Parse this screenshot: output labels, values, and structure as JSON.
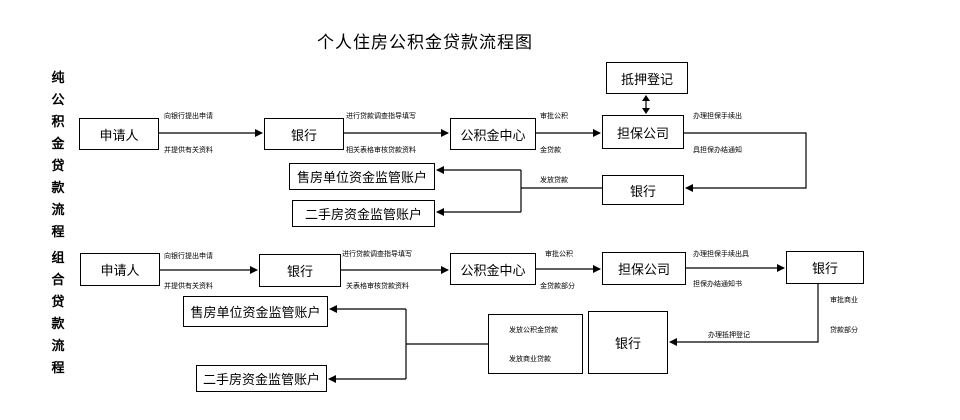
{
  "title": "个人住房公积金贷款流程图",
  "section1": {
    "label": "纯公积金贷款流程",
    "boxes": {
      "applicant": "申请人",
      "bank": "银行",
      "fund_center": "公积金中心",
      "guarantor": "担保公司",
      "mortgage": "抵押登记",
      "bank2": "银行",
      "seller_account": "售房单位资金监管账户",
      "second_hand_account": "二手房资金监管账户"
    },
    "edges": {
      "applicant_to_bank_top": "向银行提出申请",
      "applicant_to_bank_bottom": "并提供有关资料",
      "bank_to_center_top": "进行贷款调查指导填写",
      "bank_to_center_bottom": "相关表格审核贷款资料",
      "center_to_guarantor_top": "审批公积",
      "center_to_guarantor_bottom": "金贷款",
      "guarantor_out_top": "办理担保手续出",
      "guarantor_out_bottom": "具担保办结通知",
      "bank2_release": "发放贷款"
    }
  },
  "section2": {
    "label": "组合贷款流程",
    "boxes": {
      "applicant": "申请人",
      "bank": "银行",
      "fund_center": "公积金中心",
      "guarantor": "担保公司",
      "bank_right": "银行",
      "bank_bottom": "银行",
      "seller_account": "售房单位资金监管账户",
      "second_hand_account": "二手房资金监管账户"
    },
    "edges": {
      "applicant_to_bank_top": "向银行提出申请",
      "applicant_to_bank_bottom": "并提供有关资料",
      "bank_to_center_top": "进行贷款调查指导填写",
      "bank_to_center_bottom": "关表格审核贷款资料",
      "center_to_guarantor_top": "审批公积",
      "center_to_guarantor_bottom": "金贷款部分",
      "guarantor_out_top": "办理担保手续出具",
      "guarantor_out_bottom": "担保办结通知书",
      "bank_right_down_top": "审批商业",
      "bank_right_down_bottom": "贷款部分",
      "mortgage_label": "办理抵押登记",
      "release_fund": "发放公积金贷款",
      "release_commercial": "发放商业贷款"
    }
  }
}
